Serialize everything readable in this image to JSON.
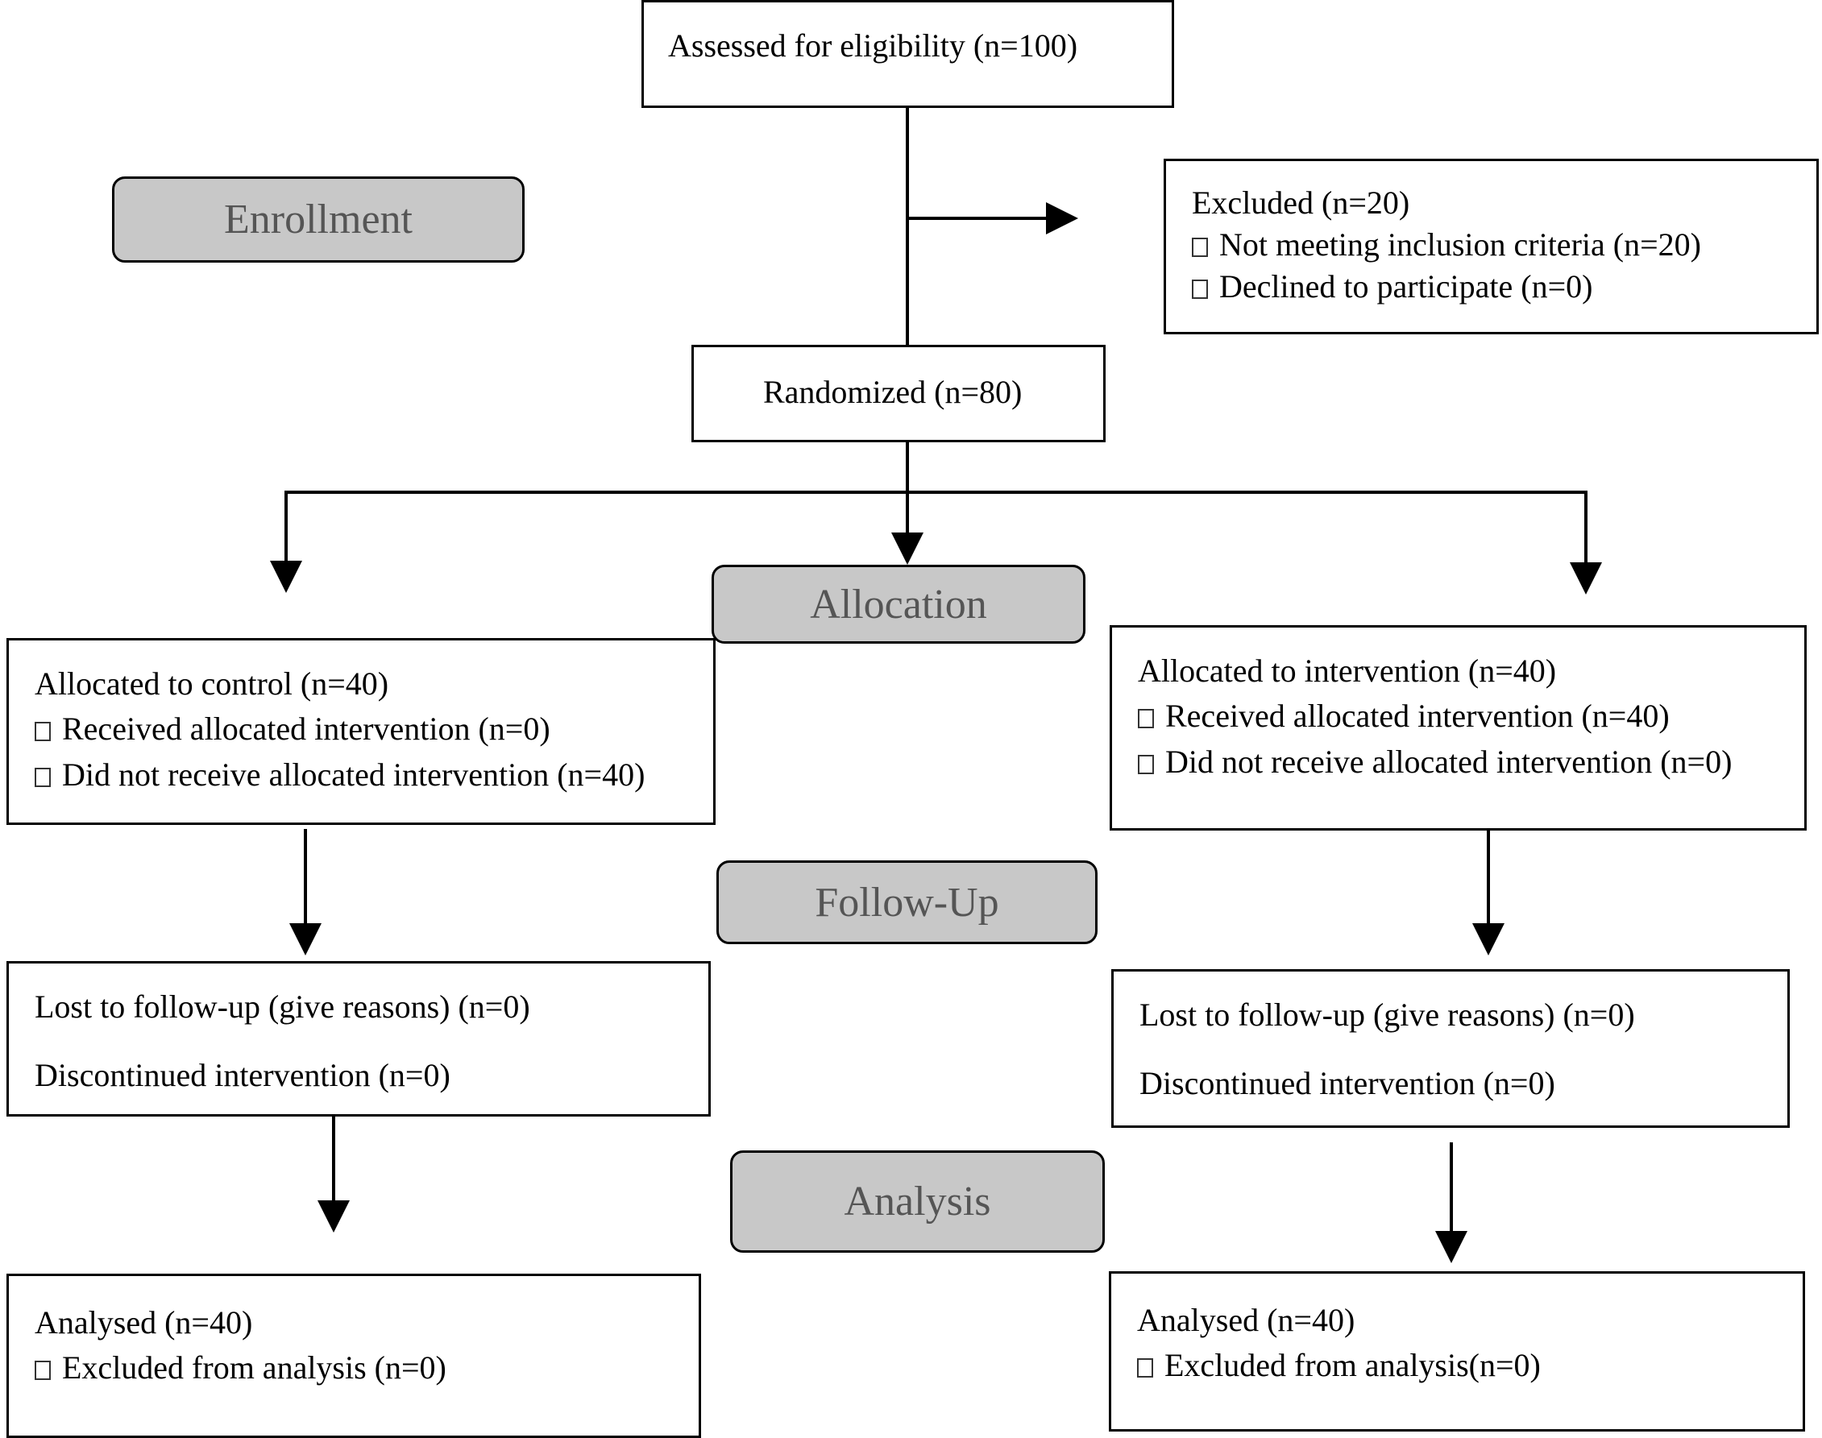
{
  "stages": {
    "enrollment": "Enrollment",
    "allocation": "Allocation",
    "follow_up": "Follow-Up",
    "analysis": "Analysis"
  },
  "assessed": "Assessed for eligibility (n=100)",
  "excluded": {
    "title": "Excluded (n=20)",
    "items": [
      "Not meeting inclusion criteria (n=20)",
      "Declined to participate (n=0)"
    ]
  },
  "randomized": "Randomized (n=80)",
  "control": {
    "allocated": {
      "title": "Allocated to control (n=40)",
      "items": [
        "Received allocated intervention (n=0)",
        "Did not receive allocated intervention (n=40)"
      ]
    },
    "follow_up": {
      "lost": "Lost to follow-up (give reasons) (n=0)",
      "discontinued": "Discontinued intervention (n=0)"
    },
    "analysis": {
      "title": "Analysed (n=40)",
      "items": [
        "Excluded from analysis (n=0)"
      ]
    }
  },
  "intervention": {
    "allocated": {
      "title": "Allocated to intervention (n=40)",
      "items": [
        "Received allocated intervention (n=40)",
        "Did not receive allocated intervention (n=0)"
      ]
    },
    "follow_up": {
      "lost": "Lost to follow-up (give reasons) (n=0)",
      "discontinued": "Discontinued intervention (n=0)"
    },
    "analysis": {
      "title": "Analysed (n=40)",
      "items": [
        "Excluded from analysis(n=0)"
      ]
    }
  }
}
